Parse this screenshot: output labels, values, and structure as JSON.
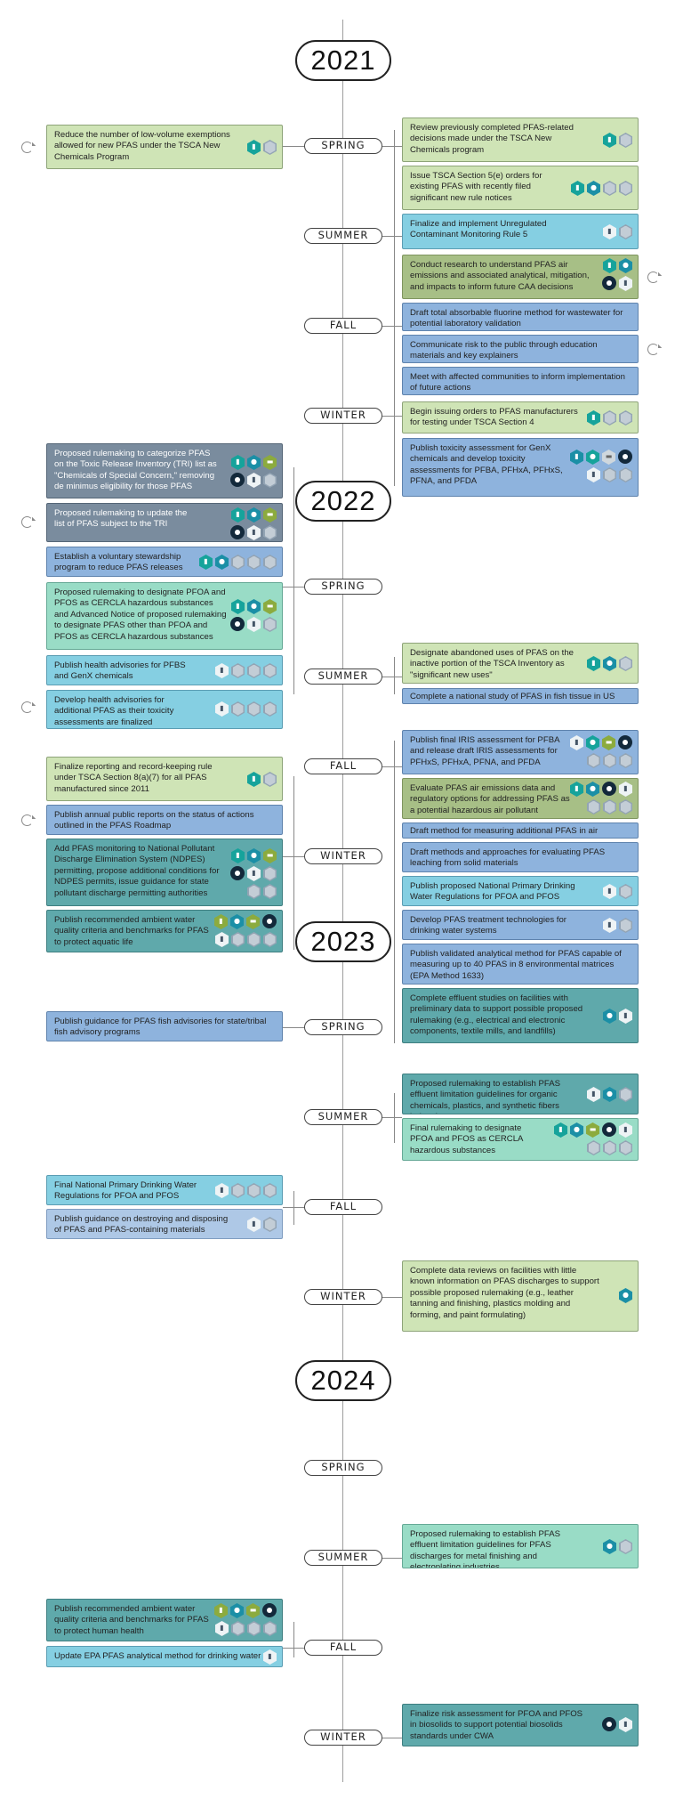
{
  "years": [
    "2021",
    "2022",
    "2023",
    "2024"
  ],
  "seasons": {
    "spring": "SPRING",
    "summer": "SUMMER",
    "fall": "FALL",
    "winter": "WINTER"
  },
  "actions": {
    "a01": "Reduce the number of low-volume exemptions allowed for new PFAS under the TSCA New Chemicals Program",
    "a02": "Review previously completed PFAS-related decisions made under the TSCA New Chemicals program",
    "a03": "Issue TSCA Section 5(e) orders for existing PFAS with recently filed significant new rule notices",
    "a04": "Finalize and implement Unregulated Contaminant Monitoring Rule 5",
    "a05": "Conduct research to understand PFAS air emissions and associated analytical, mitigation, and impacts to inform future CAA decisions",
    "a06": "Draft total absorbable fluorine method for wastewater for potential laboratory validation",
    "a07": "Communicate risk to the public through education materials and key explainers",
    "a08": "Meet with affected communities to inform implementation of future actions",
    "a09": "Begin issuing orders to PFAS manufacturers for testing under TSCA Section 4",
    "a10": "Publish toxicity assessment for GenX chemicals and develop toxicity assessments for PFBA, PFHxA, PFHxS, PFNA, and PFDA",
    "a11": "Proposed rulemaking to categorize PFAS on the Toxic Release Inventory (TRI) list as \"Chemicals of Special Concern,\" removing de minimus eligibility for those PFAS",
    "a12": "Proposed rulemaking to update the list of PFAS subject to the TRI",
    "a13": "Establish a voluntary stewardship program to reduce PFAS releases",
    "a14": "Proposed rulemaking to designate PFOA and PFOS as CERCLA hazardous substances and Advanced Notice of proposed rulemaking to designate PFAS other than PFOA and PFOS as CERCLA hazardous substances",
    "a15": "Publish health advisories for PFBS and GenX chemicals",
    "a16": "Develop health advisories for additional PFAS as their toxicity assessments are finalized",
    "a17": "Designate abandoned uses of PFAS on the inactive portion of the TSCA Inventory as \"significant new uses\"",
    "a18": "Complete a national study of PFAS in fish tissue in US Lakes",
    "a19": "Finalize reporting and record-keeping rule under TSCA Section 8(a)(7) for all PFAS manufactured since 2011",
    "a20": "Publish annual public reports on the status of actions outlined in the PFAS Roadmap",
    "a21": "Add PFAS monitoring to National Pollutant Discharge Elimination System (NDPES) permitting, propose additional conditions for NDPES permits, issue guidance for state pollutant discharge permitting authorities",
    "a22": "Publish recommended ambient water quality criteria and benchmarks for PFAS to protect aquatic life",
    "a23": "Publish final IRIS assessment for PFBA and release draft IRIS assessments for PFHxS, PFHxA, PFNA, and PFDA",
    "a24": "Evaluate PFAS air emissions data and regulatory options for addressing PFAS as a potential hazardous air pollutant",
    "a25": "Draft method for measuring additional PFAS in air emissions",
    "a26": "Draft methods and approaches for evaluating PFAS leaching from solid materials",
    "a27": "Publish proposed National Primary Drinking Water Regulations for PFOA and PFOS",
    "a28": "Develop PFAS treatment technologies for drinking water systems",
    "a29": "Publish validated analytical method for PFAS capable of measuring up to 40 PFAS in 8 environmental matrices (EPA Method 1633)",
    "a30": "Complete effluent studies on facilities with preliminary data to support possible proposed rulemaking (e.g., electrical and electronic components, textile mills, and landfills)",
    "a31": "Publish guidance for PFAS fish advisories for state/tribal fish advisory programs",
    "a32": "Proposed rulemaking to establish PFAS effluent limitation guidelines for organic chemicals, plastics, and synthetic fibers industries",
    "a33": "Final rulemaking to designate PFOA and PFOS as CERCLA hazardous substances",
    "a34": "Final National Primary Drinking Water Regulations for PFOA and PFOS",
    "a35": "Publish guidance on destroying and disposing of PFAS and PFAS-containing materials",
    "a36": "Complete data reviews on facilities with little known information on PFAS discharges to support possible proposed rulemaking (e.g., leather tanning and finishing, plastics molding and forming, and paint formulating)",
    "a37": "Proposed rulemaking to establish PFAS effluent limitation guidelines for PFAS discharges for metal finishing and electroplating industries",
    "a38": "Publish recommended ambient water quality criteria and benchmarks for PFAS to protect human health",
    "a39": "Update EPA PFAS analytical method for drinking water",
    "a40": "Finalize risk assessment for PFOA and PFOS in biosolids to support potential biosolids standards under CWA"
  },
  "colors": {
    "light_green": "#cfe4b6",
    "sage": "#a7bf86",
    "light_blue": "#85cfe2",
    "mid_blue": "#8eb3dd",
    "dark_blue": "#6b8aac",
    "slate": "#7a8c9e",
    "mint": "#99dcc6",
    "teal": "#5fa9ab",
    "pale_blue": "#aec8e6"
  },
  "icon_names": [
    "ongoing-cycle-icon",
    "category-hexagon-icon",
    "gear-icon"
  ]
}
